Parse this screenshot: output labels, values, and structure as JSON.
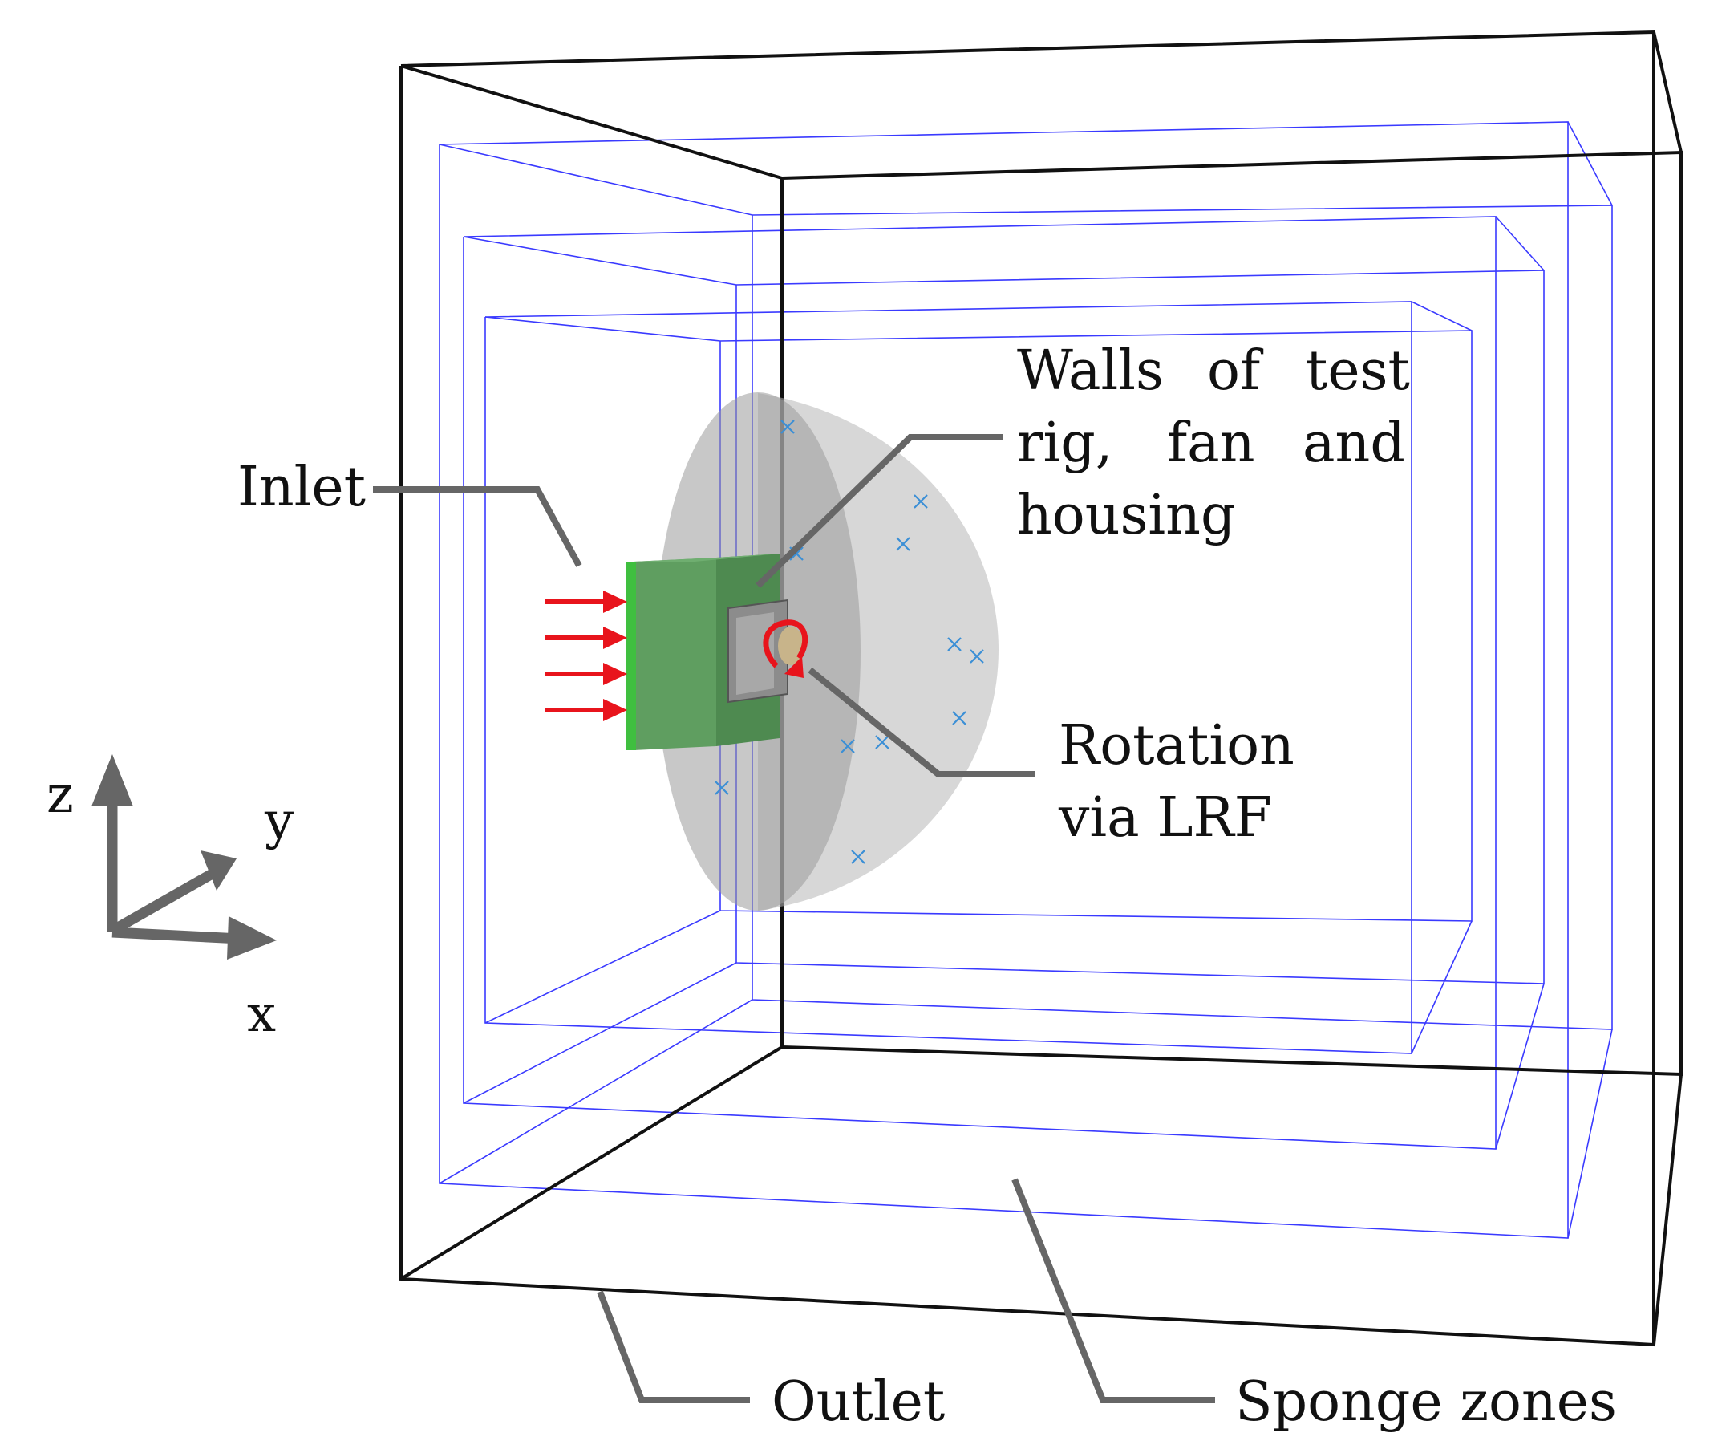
{
  "labels": {
    "inlet": "Inlet",
    "walls_line1": "Walls",
    "walls_line1b": "of",
    "walls_line1c": "test",
    "walls_line2a": "rig,",
    "walls_line2b": "fan",
    "walls_line2c": "and",
    "walls_line3": "housing",
    "rotation_line1": "Rotation",
    "rotation_line2": "via LRF",
    "outlet": "Outlet",
    "sponge": "Sponge zones"
  },
  "axes": {
    "x": "x",
    "y": "y",
    "z": "z"
  },
  "colors": {
    "domain_edge": "#111111",
    "sponge_edge": "#3a3aff",
    "leader": "#666666",
    "inlet_arrow": "#e8141c",
    "inlet_face": "#3fbf3f",
    "housing": "#5f9e60",
    "dome": "#b7b7b7",
    "probe": "#3b8fd6"
  }
}
